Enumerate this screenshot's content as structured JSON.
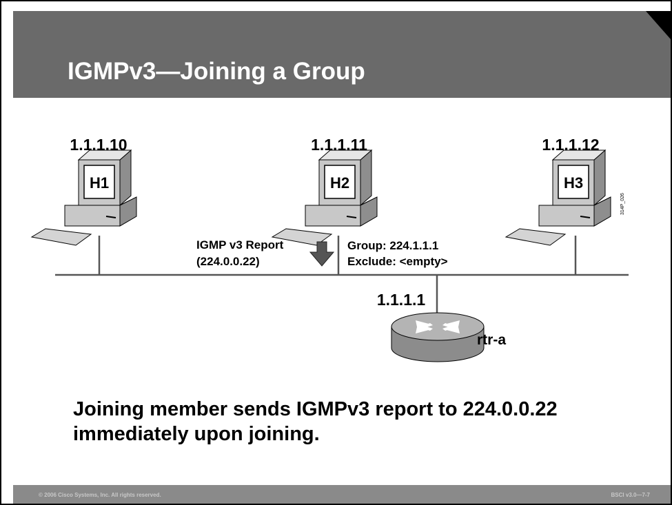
{
  "slide": {
    "title": "IGMPv3—Joining a Group",
    "caption": "Joining member sends IGMPv3 report to 224.0.0.22 immediately upon joining.",
    "footer_left": "© 2006 Cisco Systems, Inc. All rights reserved.",
    "footer_right": "BSCI v3.0—7-7",
    "figure_id": "314P_026"
  },
  "hosts": [
    {
      "ip": "1.1.1.10",
      "name": "H1"
    },
    {
      "ip": "1.1.1.11",
      "name": "H2"
    },
    {
      "ip": "1.1.1.12",
      "name": "H3"
    }
  ],
  "router": {
    "ip": "1.1.1.1",
    "name": "rtr-a"
  },
  "report": {
    "line1": "IGMP v3 Report",
    "line2": "(224.0.0.22)",
    "group_line": "Group: 224.1.1.1",
    "exclude_line": "Exclude: <empty>"
  },
  "colors": {
    "header": "#6a6a6a",
    "footer": "#8a8a8a",
    "computer": "#c8c8c8",
    "router": "#a0a0a0"
  }
}
